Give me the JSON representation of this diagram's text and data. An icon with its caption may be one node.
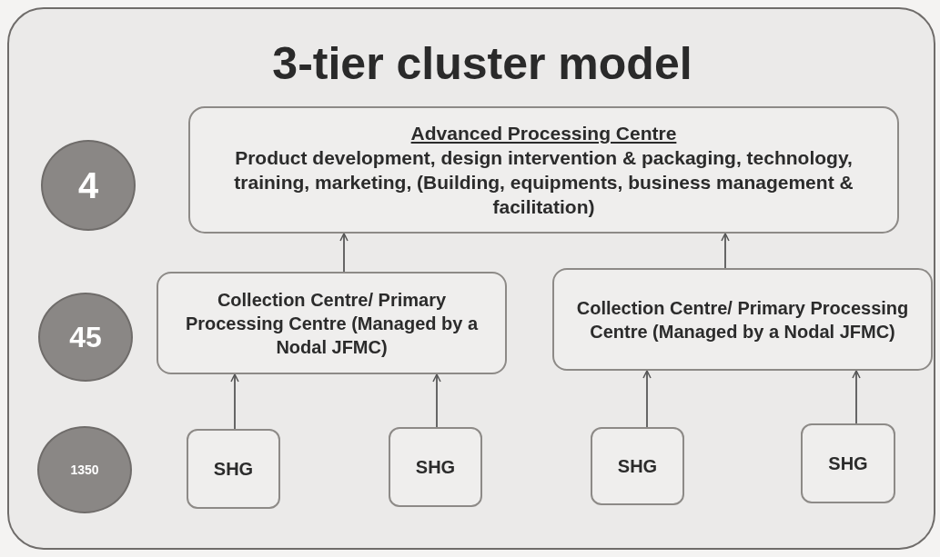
{
  "diagram": {
    "title": "3-tier cluster model",
    "nodes": [
      {
        "text": [
          "4"
        ]
      },
      {
        "text": [
          "45"
        ]
      },
      {
        "text": [
          "1350"
        ]
      },
      {
        "text": [
          "Advanced Processing Centre",
          "Product development, design intervention & packaging, technology, training, marketing, (Building, equipments, business management & facilitation)"
        ]
      },
      {
        "text": [
          "Collection Centre/ Primary Processing Centre (Managed by a Nodal JFMC)"
        ]
      },
      {
        "text": [
          "Collection Centre/ Primary Processing Centre (Managed by a Nodal JFMC)"
        ]
      },
      {
        "text": [
          "SHG"
        ]
      },
      {
        "text": [
          "SHG"
        ]
      },
      {
        "text": [
          "SHG"
        ]
      },
      {
        "text": [
          "SHG"
        ]
      }
    ],
    "edges": [
      {
        "from": 4,
        "to": 3,
        "arrow": "to"
      },
      {
        "from": 5,
        "to": 3,
        "arrow": "to"
      },
      {
        "from": 6,
        "to": 4,
        "arrow": "to"
      },
      {
        "from": 7,
        "to": 4,
        "arrow": "to"
      },
      {
        "from": 8,
        "to": 5,
        "arrow": "to"
      },
      {
        "from": 9,
        "to": 5,
        "arrow": "to"
      }
    ]
  }
}
